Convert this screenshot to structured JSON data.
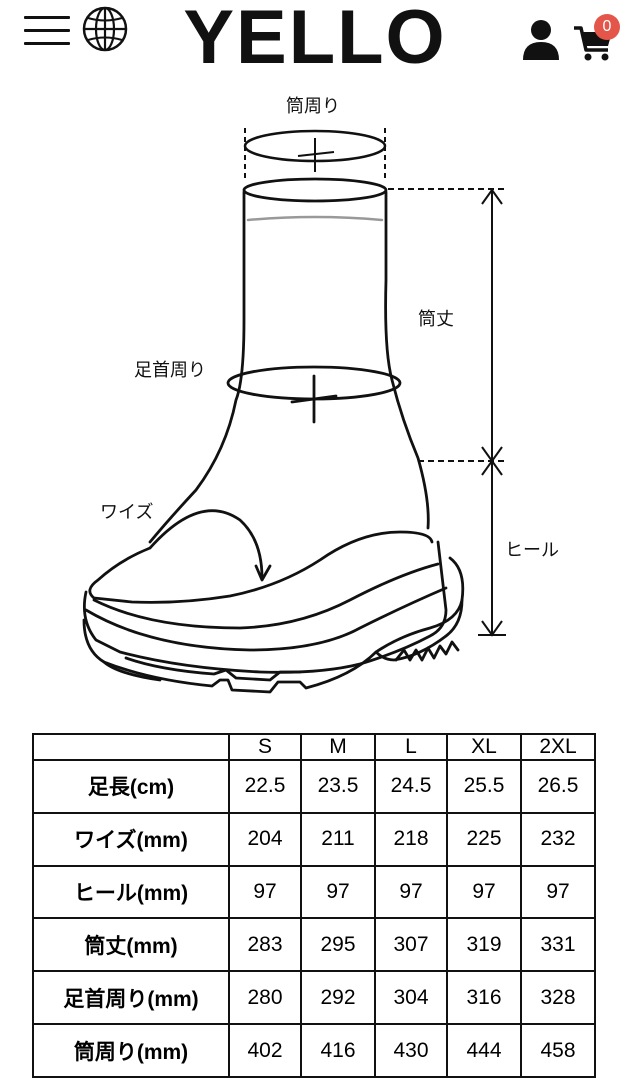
{
  "header": {
    "logo": "YELLO",
    "menu_icon": "menu-icon",
    "globe_icon": "globe-icon",
    "account_icon": "user-icon",
    "cart_icon": "cart-icon",
    "cart_count": "0",
    "badge_color": "#e4564a"
  },
  "diagram": {
    "labels": {
      "shaft_circumference": "筒周り",
      "shaft_height": "筒丈",
      "ankle_circumference": "足首周り",
      "width": "ワイズ",
      "heel": "ヒール"
    }
  },
  "size_table": {
    "columns": [
      "",
      "S",
      "M",
      "L",
      "XL",
      "2XL"
    ],
    "rows": [
      {
        "label": "足長(cm)",
        "values": [
          "22.5",
          "23.5",
          "24.5",
          "25.5",
          "26.5"
        ]
      },
      {
        "label": "ワイズ(mm)",
        "values": [
          "204",
          "211",
          "218",
          "225",
          "232"
        ]
      },
      {
        "label": "ヒール(mm)",
        "values": [
          "97",
          "97",
          "97",
          "97",
          "97"
        ]
      },
      {
        "label": "筒丈(mm)",
        "values": [
          "283",
          "295",
          "307",
          "319",
          "331"
        ]
      },
      {
        "label": "足首周り(mm)",
        "values": [
          "280",
          "292",
          "304",
          "316",
          "328"
        ]
      },
      {
        "label": "筒周り(mm)",
        "values": [
          "402",
          "416",
          "430",
          "444",
          "458"
        ]
      }
    ]
  }
}
